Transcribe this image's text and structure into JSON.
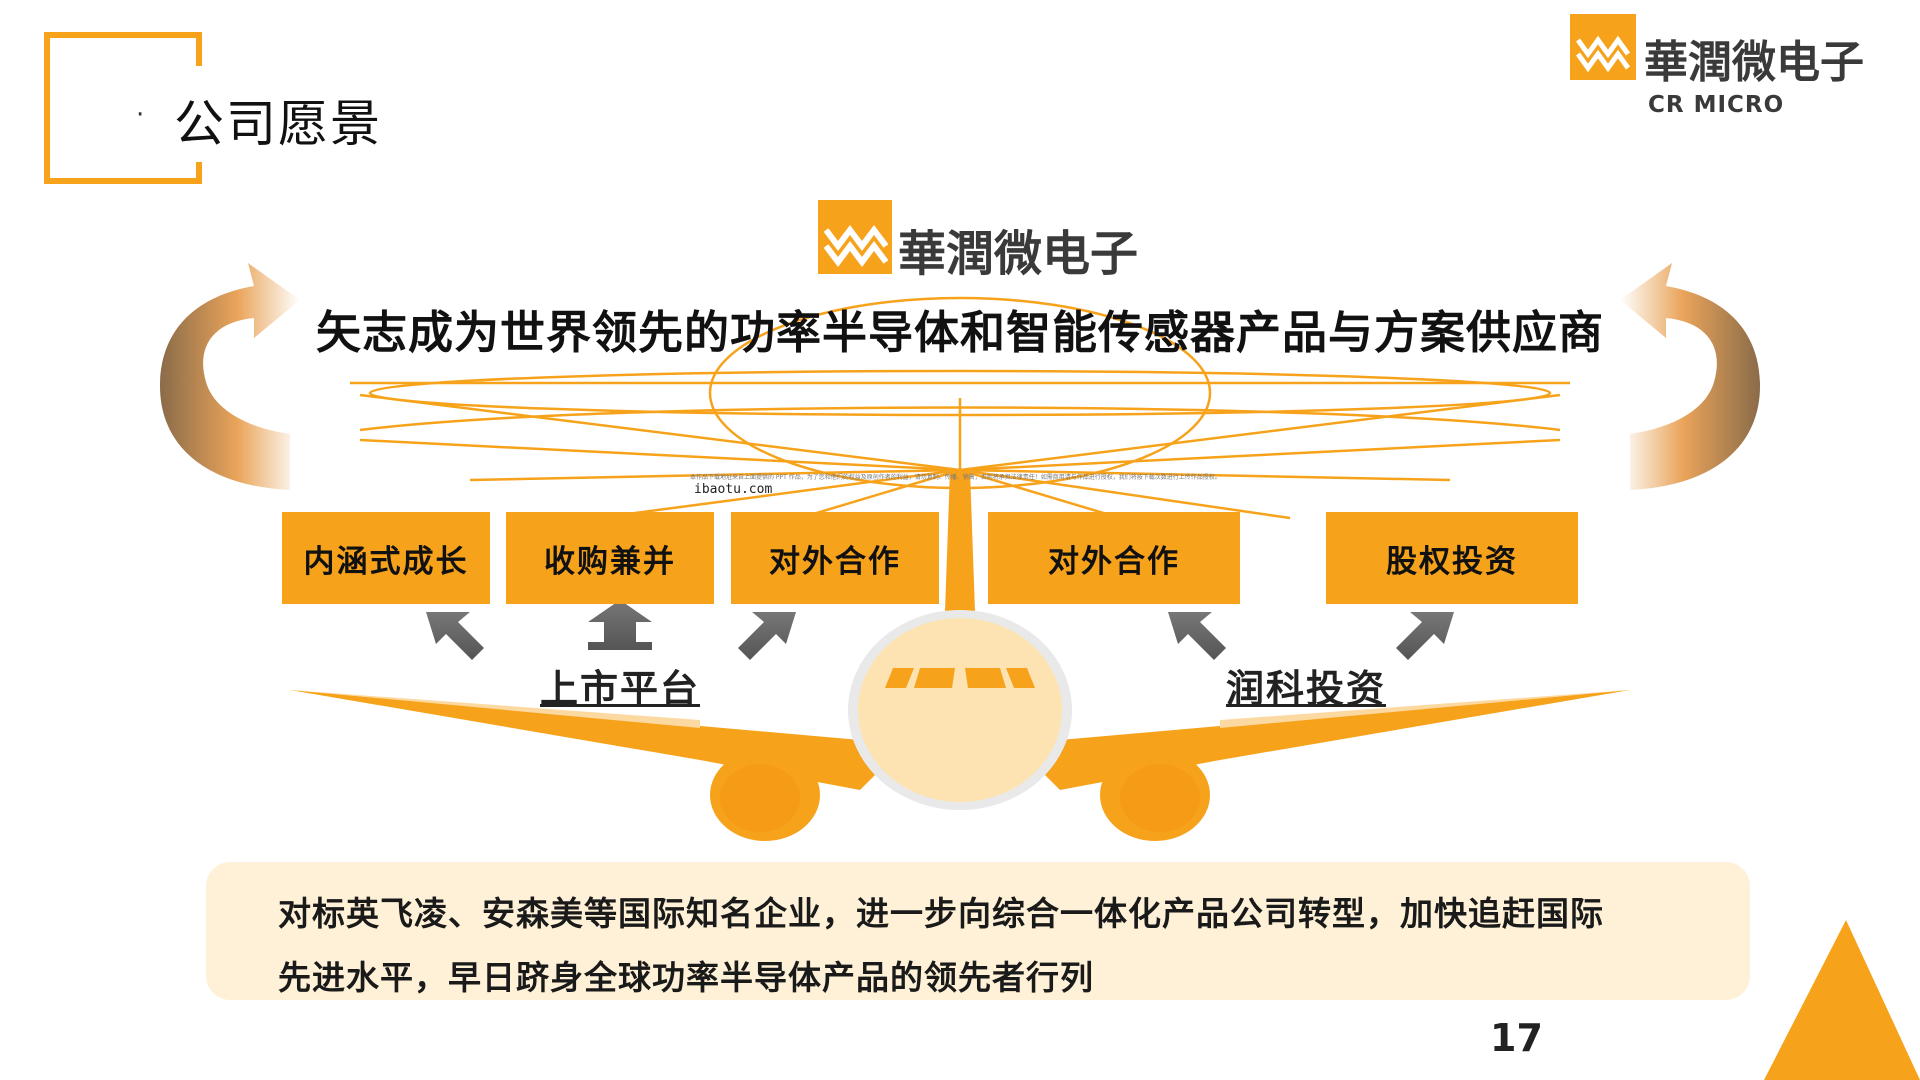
{
  "header": {
    "bullet": "·",
    "title": "公司愿景"
  },
  "brand": {
    "name_cn": "華潤微电子",
    "name_en": "CR MICRO",
    "accent_color": "#F7A21B"
  },
  "vision_statement": "矢志成为世界领先的功率半导体和智能传感器产品与方案供应商",
  "watermark": {
    "notice": "本作品下载地址来自上面提供的 PPT 作品，为了您和他们的权益及原创作者的利益，请勿复制、传播、销售，否则将承担法律责任！如需商用请与作品进行授权，我们将按下载次数进行上传作品授权。",
    "site": "ibaotu.com"
  },
  "strategies": [
    "内涵式成长",
    "收购兼并",
    "对外合作",
    "对外合作",
    "股权投资"
  ],
  "platforms": {
    "left": "上市平台",
    "right": "润科投资"
  },
  "goal_text": {
    "line1": "对标英飞凌、安森美等国际知名企业，进一步向综合一体化产品公司转型，加快追赶国际",
    "line2": "先进水平，早日跻身全球功率半导体产品的领先者行列"
  },
  "page_number": "17",
  "icons": {
    "logo_mark": "ww-logo-mark-icon",
    "cycle_arrows": "curved-cycle-arrow-icon",
    "push_arrows": "gray-up-arrow-icon",
    "airplane": "airplane-front-icon"
  }
}
